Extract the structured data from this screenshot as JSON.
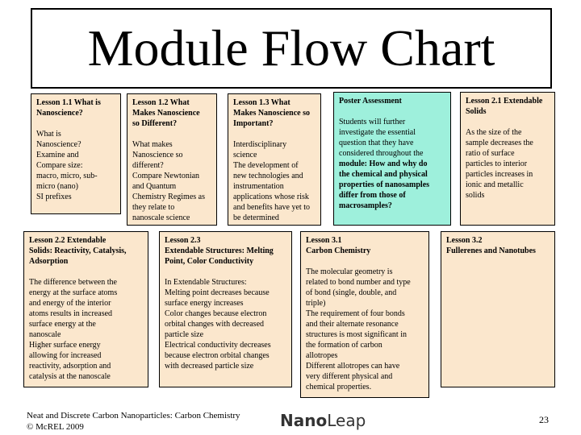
{
  "title": "Module Flow Chart",
  "row1": [
    {
      "head": [
        "Lesson 1.1 What is",
        "Nanoscience?"
      ],
      "body": [
        "What is",
        "Nanoscience?",
        "Examine and",
        "Compare size:",
        "macro, micro, sub-",
        "micro (nano)",
        "SI prefixes"
      ]
    },
    {
      "head": [
        "Lesson 1.2 What",
        "Makes Nanoscience",
        "so Different?"
      ],
      "body": [
        "What makes",
        "Nanoscience so",
        "different?",
        "Compare Newtonian",
        "and Quantum",
        "Chemistry Regimes as",
        "they relate to",
        "nanoscale science"
      ]
    },
    {
      "head": [
        "Lesson 1.3  What",
        "Makes Nanoscience so",
        "Important?"
      ],
      "body": [
        "Interdisciplinary",
        "science",
        "The development of",
        "new technologies and",
        "instrumentation",
        "applications whose risk",
        "and benefits have yet to",
        "be determined"
      ]
    },
    {
      "head": [
        "Poster Assessment"
      ],
      "body": [
        "Students will further",
        "investigate the essential",
        "question that they have",
        "considered throughout the",
        "module: How and why do",
        "the chemical and physical",
        "properties of nanosamples",
        "differ from those of",
        "macrosamples?"
      ]
    },
    {
      "head": [
        "Lesson 2.1 Extendable",
        "Solids"
      ],
      "body": [
        "As the size of the",
        "sample decreases the",
        "ratio  of surface",
        "particles to interior",
        "particles increases in",
        "ionic and metallic",
        "solids"
      ]
    }
  ],
  "row2": [
    {
      "head": [
        "Lesson 2.2 Extendable",
        "Solids: Reactivity, Catalysis,",
        "Adsorption"
      ],
      "body": [
        "The difference between the",
        "energy at the surface atoms",
        "and energy of the interior",
        "atoms results in increased",
        "surface energy at the",
        "nanoscale",
        "Higher surface energy",
        "allowing for  increased",
        "reactivity, adsorption and",
        "catalysis at the nanoscale"
      ]
    },
    {
      "head": [
        "Lesson 2.3",
        "Extendable Structures: Melting",
        "Point, Color Conductivity"
      ],
      "body": [
        "In Extendable Structures:",
        "Melting point decreases because",
        "surface energy increases",
        "Color changes  because electron",
        "orbital changes with decreased",
        "particle size",
        "Electrical conductivity decreases",
        "because electron orbital changes",
        "with decreased  particle size"
      ]
    },
    {
      "head": [
        "Lesson 3.1",
        "Carbon Chemistry"
      ],
      "body": [
        "The molecular geometry is",
        "related to bond number and type",
        "of bond (single, double, and",
        "triple)",
        "The requirement of four bonds",
        "and their alternate resonance",
        "structures is most significant in",
        "the formation of carbon",
        "allotropes",
        "Different allotropes can have",
        "very different physical and",
        "chemical properties."
      ]
    },
    {
      "head": [
        "Lesson 3.2",
        "Fullerenes and Nanotubes"
      ],
      "body": []
    }
  ],
  "footer": {
    "line1": "Neat and Discrete Carbon Nanoparticles: Carbon Chemistry",
    "line2": "© McREL 2009",
    "logo_a": "Nano",
    "logo_b": "Leap",
    "page": "23"
  },
  "colors": {
    "peach": "#fbe7cd",
    "aqua": "#9ef0dc"
  }
}
